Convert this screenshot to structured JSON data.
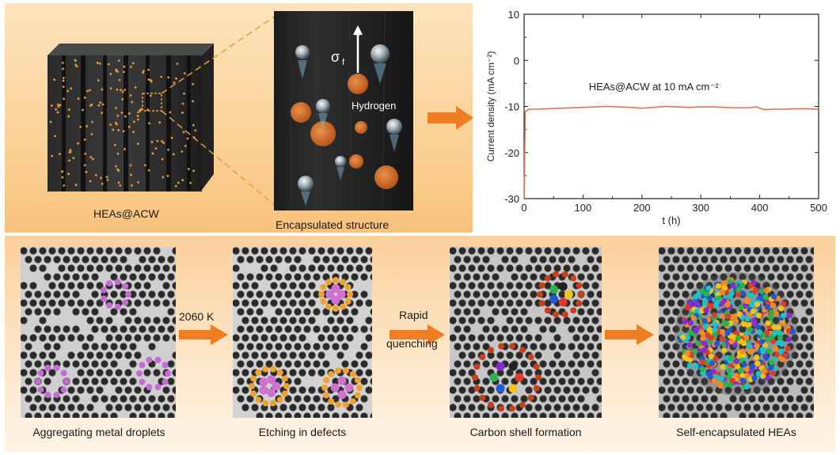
{
  "top": {
    "wood_label": "HEAs@ACW",
    "encapsulated_label": "Encapsulated structure",
    "sigma_label": "σ",
    "sigma_sub": "f",
    "hydrogen_label": "Hydrogen"
  },
  "bottom": {
    "steps": [
      {
        "label": "Aggregating metal droplets"
      },
      {
        "label": "Etching in defects"
      },
      {
        "label": "Carbon shell formation"
      },
      {
        "label": "Self-encapsulated HEAs"
      }
    ],
    "arrow1_label": "2060 K",
    "arrow2_label_line1": "Rapid",
    "arrow2_label_line2": "quenching"
  },
  "chart_data": {
    "type": "line",
    "title": "",
    "xlabel": "t (h)",
    "ylabel": "Current density (mA cm⁻²)",
    "xlim": [
      0,
      500
    ],
    "ylim": [
      -30,
      10
    ],
    "xticks": [
      0,
      100,
      200,
      300,
      400,
      500
    ],
    "yticks": [
      10,
      0,
      -10,
      -20,
      -30
    ],
    "annotation": "HEAs@ACW  at 10 mA cm⁻²",
    "series": [
      {
        "name": "",
        "color": "#e0734f",
        "x": [
          0,
          2,
          5,
          10,
          20,
          40,
          60,
          80,
          100,
          120,
          140,
          160,
          180,
          200,
          220,
          240,
          260,
          280,
          300,
          320,
          340,
          360,
          380,
          395,
          400,
          405,
          410,
          420,
          440,
          460,
          480,
          500
        ],
        "y": [
          -30,
          -11.2,
          -10.8,
          -10.6,
          -10.6,
          -10.5,
          -10.4,
          -10.3,
          -10.2,
          -10.1,
          -10.0,
          -10.1,
          -10.2,
          -10.4,
          -10.2,
          -10.0,
          -10.1,
          -10.2,
          -10.1,
          -10.1,
          -10.2,
          -10.3,
          -10.3,
          -10.1,
          -10.4,
          -10.6,
          -10.7,
          -10.6,
          -10.6,
          -10.5,
          -10.5,
          -10.6
        ]
      }
    ]
  }
}
